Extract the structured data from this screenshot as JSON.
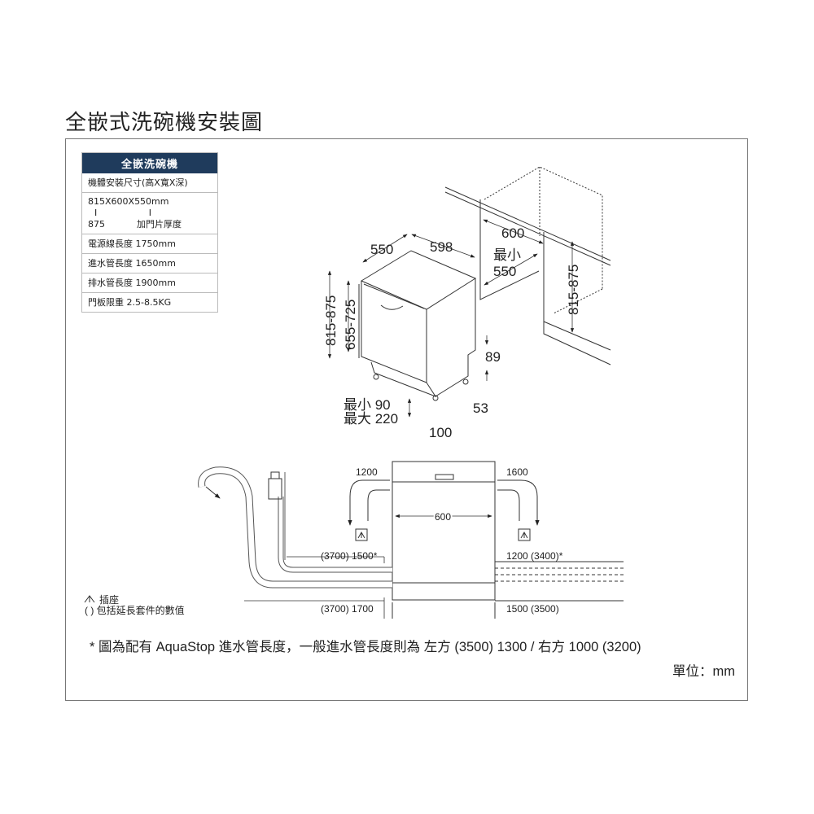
{
  "title": "全嵌式洗碗機安裝圖",
  "spec_table": {
    "header": "全嵌洗碗機",
    "rows": [
      "機體安裝尺寸(高X寬X深)",
      "815X600X550mm",
      "電源線長度 1750mm",
      "進水管長度 1650mm",
      "排水管長度 1900mm",
      "門板限重 2.5-8.5KG"
    ],
    "sub_marks": [
      "I",
      "I"
    ],
    "sub_labels": [
      "875",
      "加門片厚度"
    ]
  },
  "top_view": {
    "depth": "550",
    "width": "598",
    "height_total": "815-875",
    "height_door": "655-725",
    "plinth_min": "最小 90",
    "plinth_max": "最大 220",
    "foot_offset": "100",
    "back_plinth": "89",
    "back_foot": "53",
    "niche_width": "600",
    "niche_depth_label": "最小",
    "niche_depth": "550",
    "niche_height": "815-875"
  },
  "bottom_view": {
    "left_top": "1200",
    "right_top": "1600",
    "unit_width": "600",
    "inlet_left": "(3700) 1500*",
    "inlet_right": "1200 (3400)*",
    "drain_left": "(3700) 1700",
    "drain_right": "1500 (3500)"
  },
  "legend": {
    "socket": "插座",
    "extension": "( ) 包括延長套件的數值"
  },
  "footnote": "* 圖為配有 AquaStop 進水管長度，一般進水管長度則為 左方 (3500) 1300 / 右方 1000 (3200)",
  "unit": "單位：mm"
}
